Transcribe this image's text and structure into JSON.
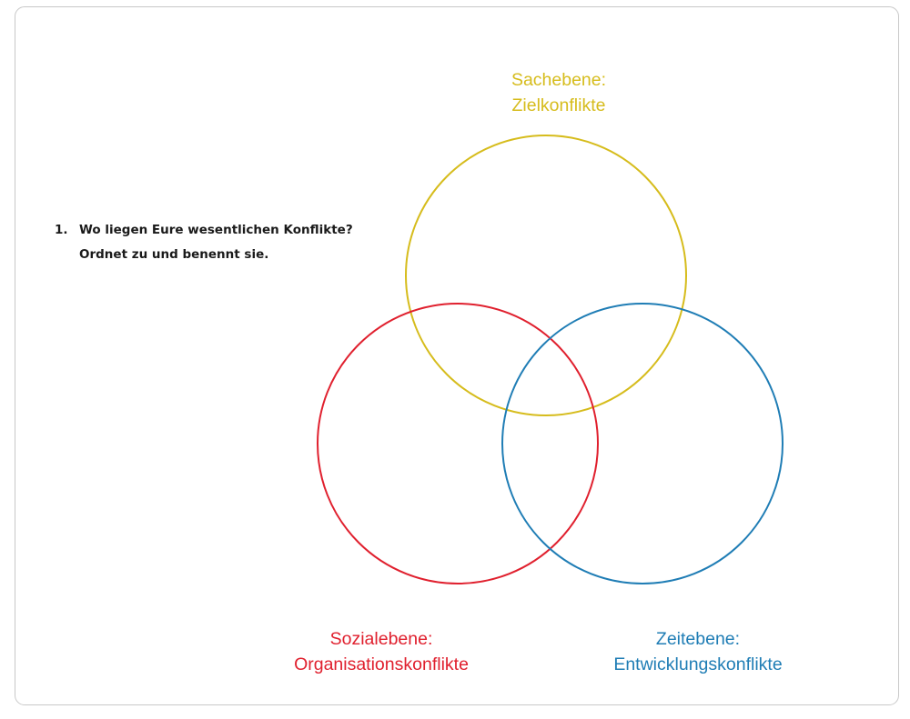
{
  "question": {
    "number": "1.",
    "line1": "Wo liegen Eure wesentlichen Konflikte?",
    "line2": "Ordnet zu und benennt sie."
  },
  "circles": [
    {
      "id": "sachebene",
      "title": "Sachebene:",
      "subtitle": "Zielkonflikte",
      "color": "#d6bc1c"
    },
    {
      "id": "sozialebene",
      "title": "Sozialebene:",
      "subtitle": "Organisationskonflikte",
      "color": "#e0202e"
    },
    {
      "id": "zeitebene",
      "title": "Zeitebene:",
      "subtitle": "Entwicklungskonflikte",
      "color": "#1f7db5"
    }
  ]
}
